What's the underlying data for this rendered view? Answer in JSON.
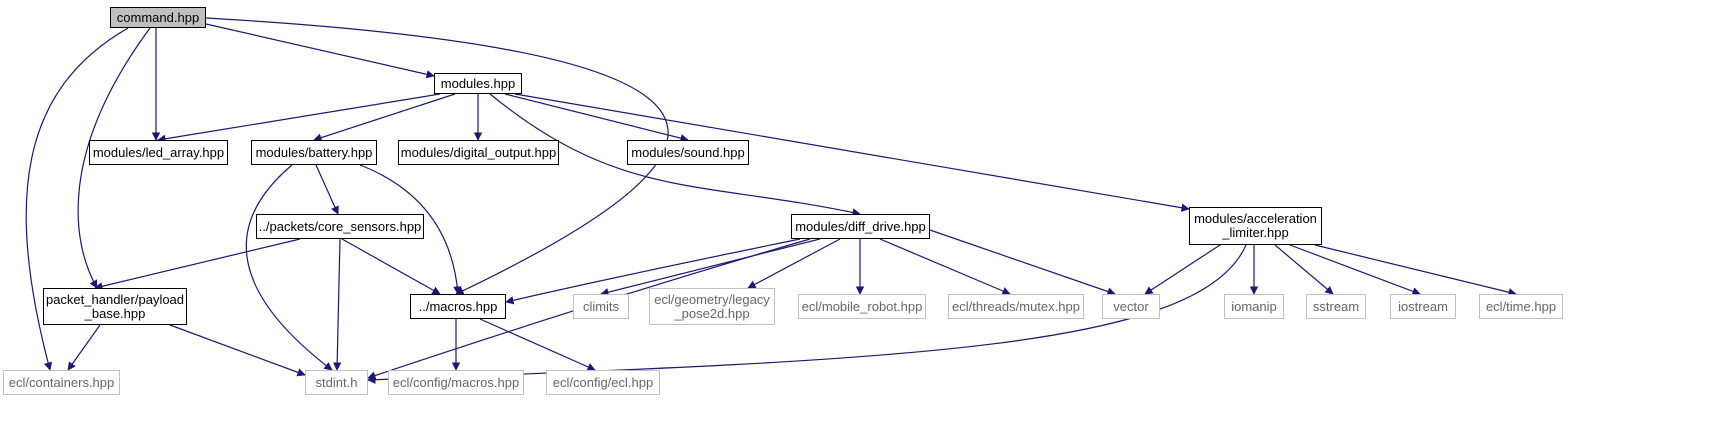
{
  "colors": {
    "edge": "#191970",
    "solid_border": "#000000",
    "ext_border": "#bfbfbf",
    "ext_text": "#666666",
    "focus_fill": "#bfbfbf"
  },
  "nodes": {
    "command": {
      "label": "command.hpp",
      "style": "focus"
    },
    "modules": {
      "label": "modules.hpp",
      "style": "solid"
    },
    "led_array": {
      "label": "modules/led_array.hpp",
      "style": "solid"
    },
    "battery": {
      "label": "modules/battery.hpp",
      "style": "solid"
    },
    "digital_output": {
      "label": "modules/digital_output.hpp",
      "style": "solid"
    },
    "sound": {
      "label": "modules/sound.hpp",
      "style": "solid"
    },
    "core_sensors": {
      "label": "../packets/core_sensors.hpp",
      "style": "solid"
    },
    "diff_drive": {
      "label": "modules/diff_drive.hpp",
      "style": "solid"
    },
    "accel": {
      "label": "modules/acceleration\n_limiter.hpp",
      "style": "solid"
    },
    "payload_base": {
      "label": "packet_handler/payload\n_base.hpp",
      "style": "solid"
    },
    "macros": {
      "label": "../macros.hpp",
      "style": "solid"
    },
    "climits": {
      "label": "climits",
      "style": "ext"
    },
    "legacy_pose": {
      "label": "ecl/geometry/legacy\n_pose2d.hpp",
      "style": "ext"
    },
    "mobile_robot": {
      "label": "ecl/mobile_robot.hpp",
      "style": "ext"
    },
    "mutex": {
      "label": "ecl/threads/mutex.hpp",
      "style": "ext"
    },
    "vector": {
      "label": "vector",
      "style": "ext"
    },
    "iomanip": {
      "label": "iomanip",
      "style": "ext"
    },
    "sstream": {
      "label": "sstream",
      "style": "ext"
    },
    "iostream": {
      "label": "iostream",
      "style": "ext"
    },
    "time": {
      "label": "ecl/time.hpp",
      "style": "ext"
    },
    "containers": {
      "label": "ecl/containers.hpp",
      "style": "ext"
    },
    "stdint": {
      "label": "stdint.h",
      "style": "ext"
    },
    "config_macros": {
      "label": "ecl/config/macros.hpp",
      "style": "ext"
    },
    "config_ecl": {
      "label": "ecl/config/ecl.hpp",
      "style": "ext"
    }
  },
  "edges": [
    [
      "command",
      "modules"
    ],
    [
      "command",
      "led_array"
    ],
    [
      "command",
      "payload_base"
    ],
    [
      "command",
      "macros"
    ],
    [
      "command",
      "containers"
    ],
    [
      "modules",
      "led_array"
    ],
    [
      "modules",
      "battery"
    ],
    [
      "modules",
      "digital_output"
    ],
    [
      "modules",
      "sound"
    ],
    [
      "modules",
      "diff_drive"
    ],
    [
      "modules",
      "accel"
    ],
    [
      "battery",
      "core_sensors"
    ],
    [
      "battery",
      "macros"
    ],
    [
      "battery",
      "stdint"
    ],
    [
      "core_sensors",
      "payload_base"
    ],
    [
      "core_sensors",
      "macros"
    ],
    [
      "core_sensors",
      "stdint"
    ],
    [
      "diff_drive",
      "macros"
    ],
    [
      "diff_drive",
      "climits"
    ],
    [
      "diff_drive",
      "legacy_pose"
    ],
    [
      "diff_drive",
      "mobile_robot"
    ],
    [
      "diff_drive",
      "mutex"
    ],
    [
      "diff_drive",
      "vector"
    ],
    [
      "diff_drive",
      "stdint"
    ],
    [
      "accel",
      "vector"
    ],
    [
      "accel",
      "iomanip"
    ],
    [
      "accel",
      "sstream"
    ],
    [
      "accel",
      "iostream"
    ],
    [
      "accel",
      "time"
    ],
    [
      "accel",
      "stdint"
    ],
    [
      "payload_base",
      "containers"
    ],
    [
      "payload_base",
      "stdint"
    ],
    [
      "macros",
      "config_macros"
    ],
    [
      "macros",
      "config_ecl"
    ]
  ]
}
